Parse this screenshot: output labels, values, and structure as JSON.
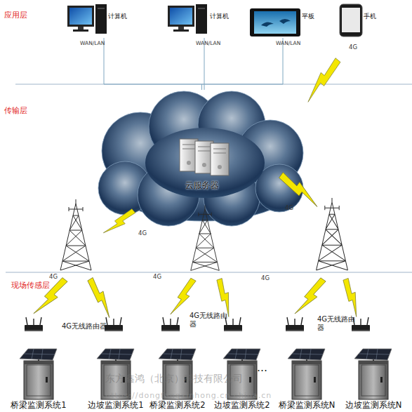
{
  "diagram": {
    "nodes": [
      {
        "text": [
          "计算机"
        ]
      },
      {
        "text": [
          "计算机"
        ]
      },
      {
        "text": [
          "平板"
        ]
      },
      {
        "text": [
          "手机"
        ]
      },
      {
        "text": [
          "云服务器"
        ]
      },
      {
        "text": [
          "桥梁监测系统1"
        ]
      },
      {
        "text": [
          "边坡监测系统1"
        ]
      },
      {
        "text": [
          "桥梁监测系统2"
        ]
      },
      {
        "text": [
          "边坡监测系统2"
        ]
      },
      {
        "text": [
          "桥梁监测系统N"
        ]
      },
      {
        "text": [
          "边坡监测系统N"
        ]
      }
    ],
    "edges": [
      {
        "from": 0,
        "to": 4,
        "label": "WAN/LAN",
        "arrow": "none"
      },
      {
        "from": 1,
        "to": 4,
        "label": "WAN/LAN",
        "arrow": "none"
      },
      {
        "from": 2,
        "to": 4,
        "label": "WAN/LAN",
        "arrow": "none"
      },
      {
        "from": 3,
        "to": 4,
        "label": "4G",
        "arrow": "none"
      }
    ],
    "labels": [
      "应用层",
      "传输层",
      "现场传感层",
      "4G",
      "4G",
      "4G",
      "4G",
      "4G",
      "4G无线路由器",
      "4G无线路由器",
      "4G无线路由器",
      "…",
      "东方鑫鸿（北京）科技有限公司",
      "https://dongfangxinhong.cn.china.cn"
    ]
  }
}
